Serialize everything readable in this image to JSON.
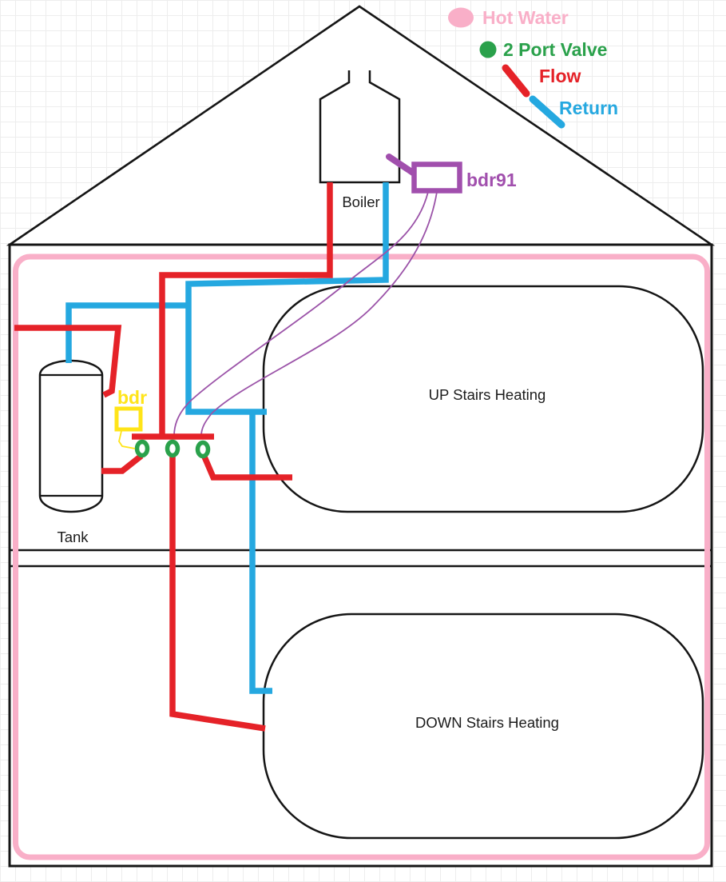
{
  "labels": {
    "boiler": "Boiler",
    "tank": "Tank",
    "upstairs_heating": "UP Stairs Heating",
    "downstairs_heating": "DOWN Stairs Heating",
    "relay_box": "bdr91",
    "tank_relay": "bdr"
  },
  "legend": {
    "hot_water_label": "Hot Water",
    "two_port_valve_label": "2 Port Valve",
    "flow_label": "Flow",
    "return_label": "Return"
  },
  "colors": {
    "flow": "#e52228",
    "return": "#25a8e0",
    "hot_water": "#f9afc8",
    "valve_green": "#2aa14b",
    "relay_purple": "#a14fad",
    "wire_purple": "#9b53a8",
    "bdr_yellow": "#ffe418",
    "outline_black": "#151515"
  }
}
